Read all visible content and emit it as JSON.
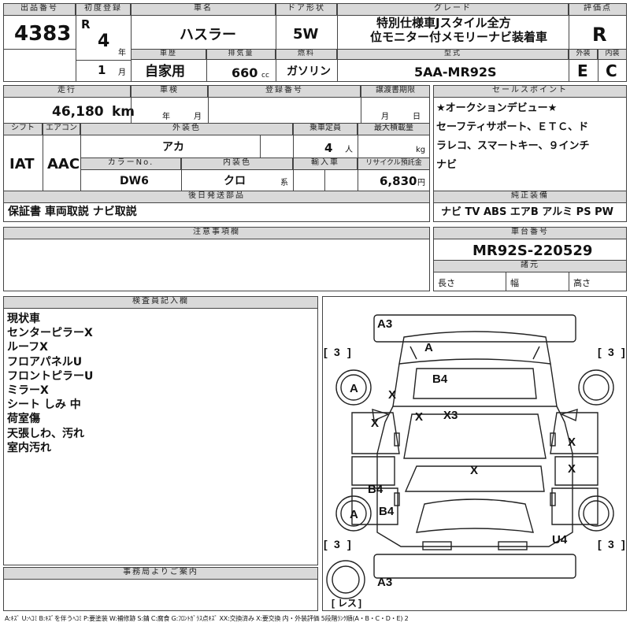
{
  "headers": {
    "lot_no": "出品番号",
    "first_reg": "初度登録",
    "car_name": "車名",
    "door": "ドア形状",
    "grade": "グレード",
    "rating": "評価点",
    "history": "車歴",
    "displacement": "排気量",
    "fuel": "燃料",
    "model": "型式",
    "exterior": "外装",
    "interior": "内装",
    "mileage": "走行",
    "inspection": "車検",
    "reg_no": "登録番号",
    "transfer_deadline": "譲渡書期限",
    "sales_point": "セールスポイント",
    "shift": "シフト",
    "aircon": "エアコン",
    "ext_color": "外装色",
    "capacity": "乗車定員",
    "max_load": "最大積載量",
    "color_no": "カラーNo.",
    "int_color": "内装色",
    "import": "輸入車",
    "recycle": "リサイクル預託金",
    "later_parts": "後日発送部品",
    "genuine": "純正装備",
    "caution": "注意事項欄",
    "chassis": "車台番号",
    "specs": "諸元",
    "inspector": "検査員記入欄",
    "office": "事務局よりご案内"
  },
  "vehicle": {
    "lot_no": "4383",
    "era": "R",
    "year": "4",
    "year_unit": "年",
    "month": "1",
    "month_unit": "月",
    "name": "ハスラー",
    "door": "5W",
    "grade_line1": "特別仕様車Jスタイル全方",
    "grade_line2": "位モニター付メモリーナビ装着車",
    "rating": "R",
    "history": "自家用",
    "displacement": "660",
    "displacement_unit": "cc",
    "fuel": "ガソリン",
    "model": "5AA-MR92S",
    "exterior_grade": "E",
    "interior_grade": "C",
    "mileage": "46,180",
    "mileage_unit": "km",
    "inspection_year_unit": "年",
    "inspection_month_unit": "月",
    "transfer_month_unit": "月",
    "transfer_day_unit": "日",
    "shift": "IAT",
    "aircon": "AAC",
    "ext_color": "アカ",
    "capacity": "4",
    "capacity_unit": "人",
    "max_load_unit": "kg",
    "color_no": "DW6",
    "int_color": "クロ",
    "int_color_suffix": "系",
    "recycle": "6,830",
    "recycle_unit": "円",
    "later_parts": "保証書 車両取説 ナビ取説",
    "genuine": "ナビ TV ABS エアB アルミ PS PW",
    "chassis": "MR92S-220529",
    "length_label": "長さ",
    "width_label": "幅",
    "height_label": "高さ"
  },
  "sales_point_text": "★オークションデビュー★セーフティサポート、ETC、ドラレコ、スマートキー、9インチナビ",
  "sales_point_lines": [
    "★オークションデビュー★",
    "セーフティサポート、ＥＴＣ、ド",
    "ラレコ、スマートキー、９インチ",
    "ナビ"
  ],
  "inspector_notes": [
    "現状車",
    "センターピラーX",
    "ルーフX",
    "フロアパネルU",
    "フロントピラーU",
    "ミラーX",
    "シート しみ 中",
    "荷室傷",
    "天張しわ、汚れ",
    "室内汚れ"
  ],
  "diagram": {
    "marks": {
      "a3_top": "A3",
      "a_roof": "A",
      "b4_roof": "B4",
      "x_roof": "X",
      "x_center": "X",
      "x3_center": "X3",
      "x_left_door": "X",
      "x_floor": "X",
      "x_right_door1": "X",
      "x_right_door2": "X",
      "a_left_wheel_front": "A",
      "b4_left1": "B4",
      "b4_left2": "B4",
      "a_left_wheel_rear": "A",
      "u4_right": "U4",
      "a3_bottom": "A3",
      "tire_tl": "3",
      "tire_tr": "3",
      "tire_bl": "3",
      "tire_br": "3",
      "spare": "レス"
    }
  },
  "legend": "A:ｷｽﾞ U:ﾍｺﾐ B:ｷｽﾞを伴うﾍｺﾐ P:要塗装 W:補修跡 S:錆 C:腐食 G:ﾌﾛﾝﾄｶﾞﾗｽ点ｷｽﾞ XX:交換済み X:要交換 内・外装評価 5段階ﾗﾝｸ順(A・B・C・D・E) 2"
}
